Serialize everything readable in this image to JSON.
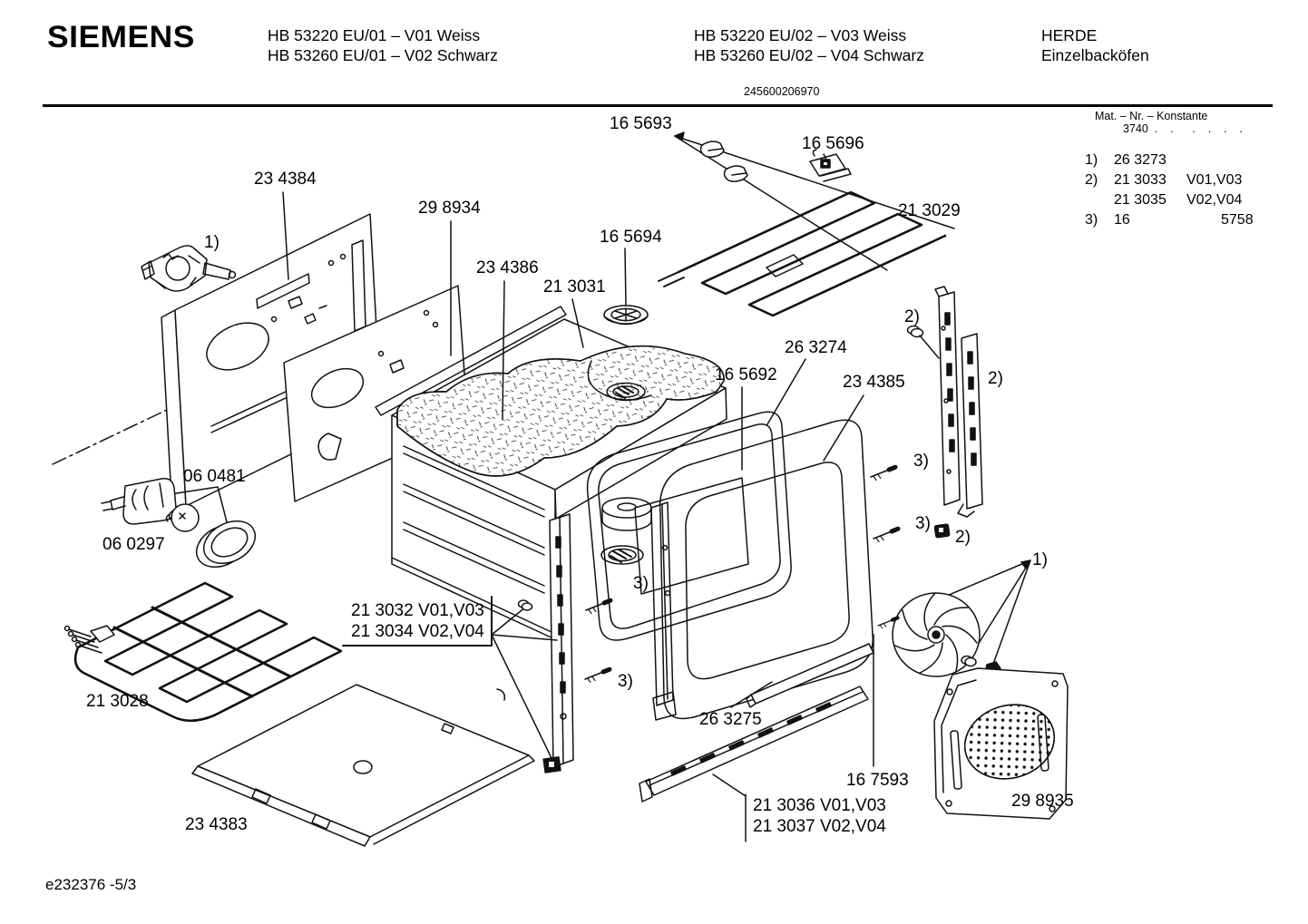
{
  "header": {
    "brand": "SIEMENS",
    "models_col1": [
      "HB 53220 EU/01 – V01 Weiss",
      "HB 53260 EU/01 – V02 Schwarz"
    ],
    "models_col2": [
      "HB 53220 EU/02 – V03 Weiss",
      "HB 53260 EU/02 – V04 Schwarz"
    ],
    "category": "HERDE",
    "subcategory": "Einzelbacköfen",
    "document_number": "245600206970"
  },
  "legend": {
    "title": "Mat. – Nr. – Konstante",
    "constant_line": "3740  .    .      .    .    .    .",
    "entries": [
      {
        "ref": "1)",
        "part": "26 3273",
        "variants": ""
      },
      {
        "ref": "2)",
        "part": "21 3033",
        "variants": "V01,V03"
      },
      {
        "ref": "",
        "part": "21 3035",
        "variants": "V02,V04"
      },
      {
        "ref": "3)",
        "part": "16",
        "variants": "5758"
      }
    ]
  },
  "part_labels": [
    {
      "text": "16 5693"
    },
    {
      "text": "16 5696"
    },
    {
      "text": "21 3029"
    },
    {
      "text": "23 4384"
    },
    {
      "text": "29 8934"
    },
    {
      "text": "23 4386"
    },
    {
      "text": "21 3031"
    },
    {
      "text": "16 5694"
    },
    {
      "text": "26 3274"
    },
    {
      "text": "16 5692"
    },
    {
      "text": "23 4385"
    },
    {
      "text": "2)"
    },
    {
      "text": "2)"
    },
    {
      "text": "1)"
    },
    {
      "text": "06 0481"
    },
    {
      "text": "06 0297"
    },
    {
      "text": "21 3028"
    },
    {
      "text": "21 3032 V01,V03"
    },
    {
      "text": "21 3034 V02,V04"
    },
    {
      "text": "3)"
    },
    {
      "text": "3)"
    },
    {
      "text": "3)"
    },
    {
      "text": "3)"
    },
    {
      "text": "2)"
    },
    {
      "text": "1)"
    },
    {
      "text": "26 3275"
    },
    {
      "text": "16 7593"
    },
    {
      "text": "21 3036 V01,V03"
    },
    {
      "text": "21 3037 V02,V04"
    },
    {
      "text": "23 4383"
    },
    {
      "text": "29 8935"
    }
  ],
  "footer": {
    "drawing_number": "e232376 -5/3"
  }
}
